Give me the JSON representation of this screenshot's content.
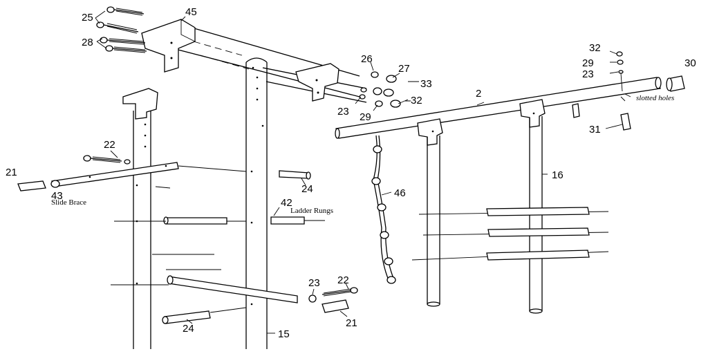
{
  "callouts": {
    "n2": "2",
    "n15": "15",
    "n16": "16",
    "n21a": "21",
    "n21b": "21",
    "n22a": "22",
    "n22b": "22",
    "n23a": "23",
    "n23b": "23",
    "n23c": "23",
    "n24a": "24",
    "n24b": "24",
    "n25": "25",
    "n26": "26",
    "n27": "27",
    "n28": "28",
    "n29a": "29",
    "n29b": "29",
    "n30": "30",
    "n31": "31",
    "n32a": "32",
    "n32b": "32",
    "n33": "33",
    "n42": "42",
    "n43": "43",
    "n45": "45",
    "n46": "46"
  },
  "labels": {
    "slide_brace": "Slide Brace",
    "ladder_rungs": "Ladder Rungs",
    "slotted_holes": "slotted holes"
  }
}
